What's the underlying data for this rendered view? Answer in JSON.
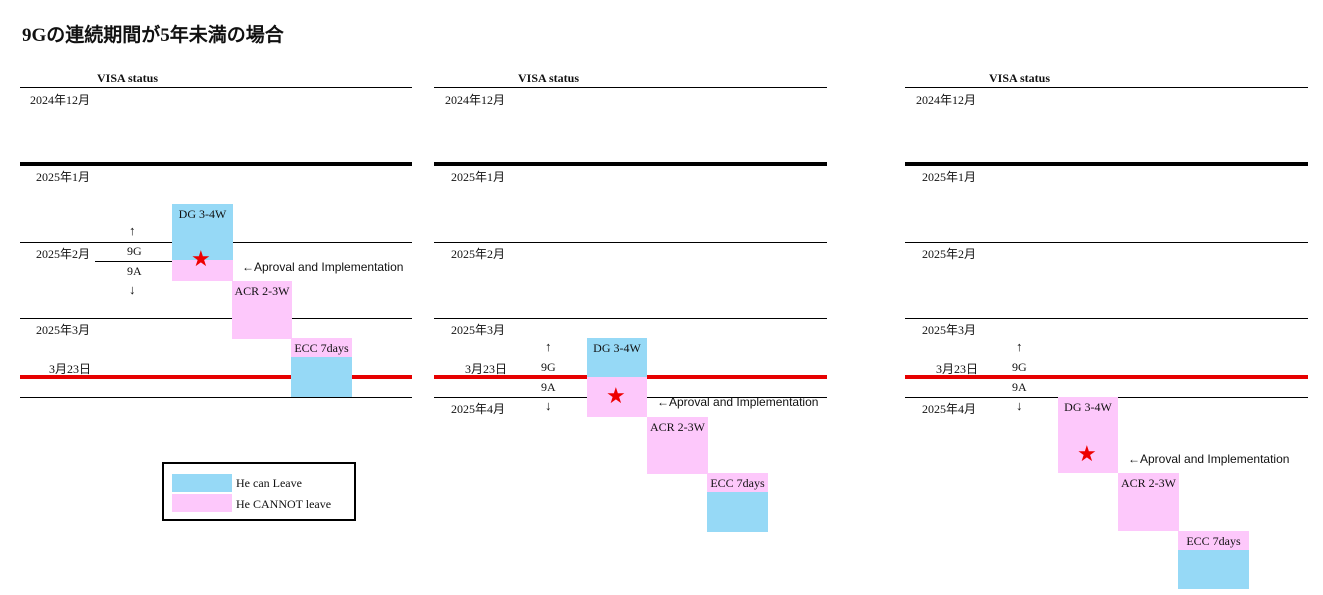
{
  "title": "9Gの連続期間が5年未満の場合",
  "visa_header": "VISA status",
  "months": {
    "dec": "2024年12月",
    "jan": "2025年1月",
    "feb": "2025年2月",
    "mar": "2025年3月",
    "apr": "2025年4月"
  },
  "date_marker": "3月23日",
  "status_9g": "9G",
  "status_9a": "9A",
  "arrow_up": "↑",
  "arrow_down": "↓",
  "steps": {
    "dg": "DG 3-4W",
    "acr": "ACR 2-3W",
    "ecc": "ECC 7days"
  },
  "approval_note": "←Aproval and Implementation",
  "star_symbol": "★",
  "legend": {
    "can_leave": "He can Leave",
    "cannot_leave": "He CANNOT leave"
  },
  "colors": {
    "can_leave": "#96d9f6",
    "cannot_leave": "#fdc8fb",
    "deadline_line": "#e60000",
    "star": "#ee0000"
  }
}
